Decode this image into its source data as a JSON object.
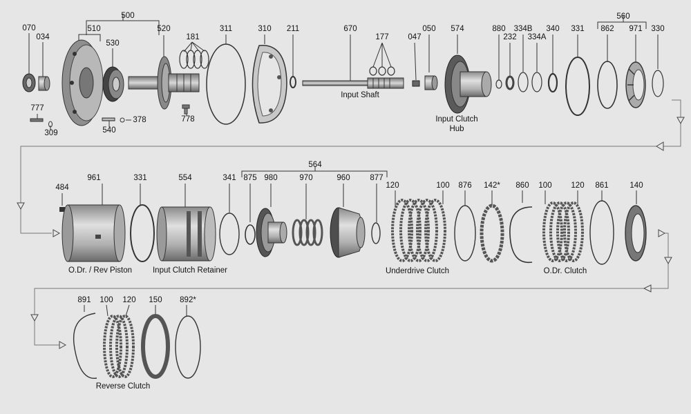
{
  "part_numbers": {
    "p070": "070",
    "p034": "034",
    "p500": "500",
    "p510": "510",
    "p530": "530",
    "p520": "520",
    "p181": "181",
    "p311": "311",
    "p310": "310",
    "p211": "211",
    "p670": "670",
    "p177": "177",
    "p047": "047",
    "p050": "050",
    "p574": "574",
    "p880": "880",
    "p232": "232",
    "p334b": "334B",
    "p334a": "334A",
    "p340": "340",
    "p331a": "331",
    "p862": "862",
    "p560": "560",
    "p971": "971",
    "p330": "330",
    "p777": "777",
    "p309": "309",
    "p540": "540",
    "p378": "378",
    "p778": "778",
    "p484": "484",
    "p961": "961",
    "p331b": "331",
    "p554": "554",
    "p341": "341",
    "p564": "564",
    "p875": "875",
    "p980": "980",
    "p970": "970",
    "p960": "960",
    "p877": "877",
    "p120a": "120",
    "p100a": "100",
    "p876": "876",
    "p142": "142*",
    "p860": "860",
    "p100b": "100",
    "p120b": "120",
    "p861": "861",
    "p140": "140",
    "p891": "891",
    "p100c": "100",
    "p120c": "120",
    "p150": "150",
    "p892": "892*"
  },
  "captions": {
    "input_shaft": "Input Shaft",
    "input_clutch_hub_1": "Input Clutch",
    "input_clutch_hub_2": "Hub",
    "odr_rev_piston": "O.Dr. / Rev Piston",
    "input_clutch_retainer": "Input Clutch Retainer",
    "underdrive_clutch": "Underdrive Clutch",
    "odr_clutch": "O.Dr. Clutch",
    "reverse_clutch": "Reverse Clutch"
  },
  "colors": {
    "background": "#e6e6e6",
    "line": "#555555",
    "metal_dark": "#555555",
    "metal_light": "#c8c8c8"
  }
}
